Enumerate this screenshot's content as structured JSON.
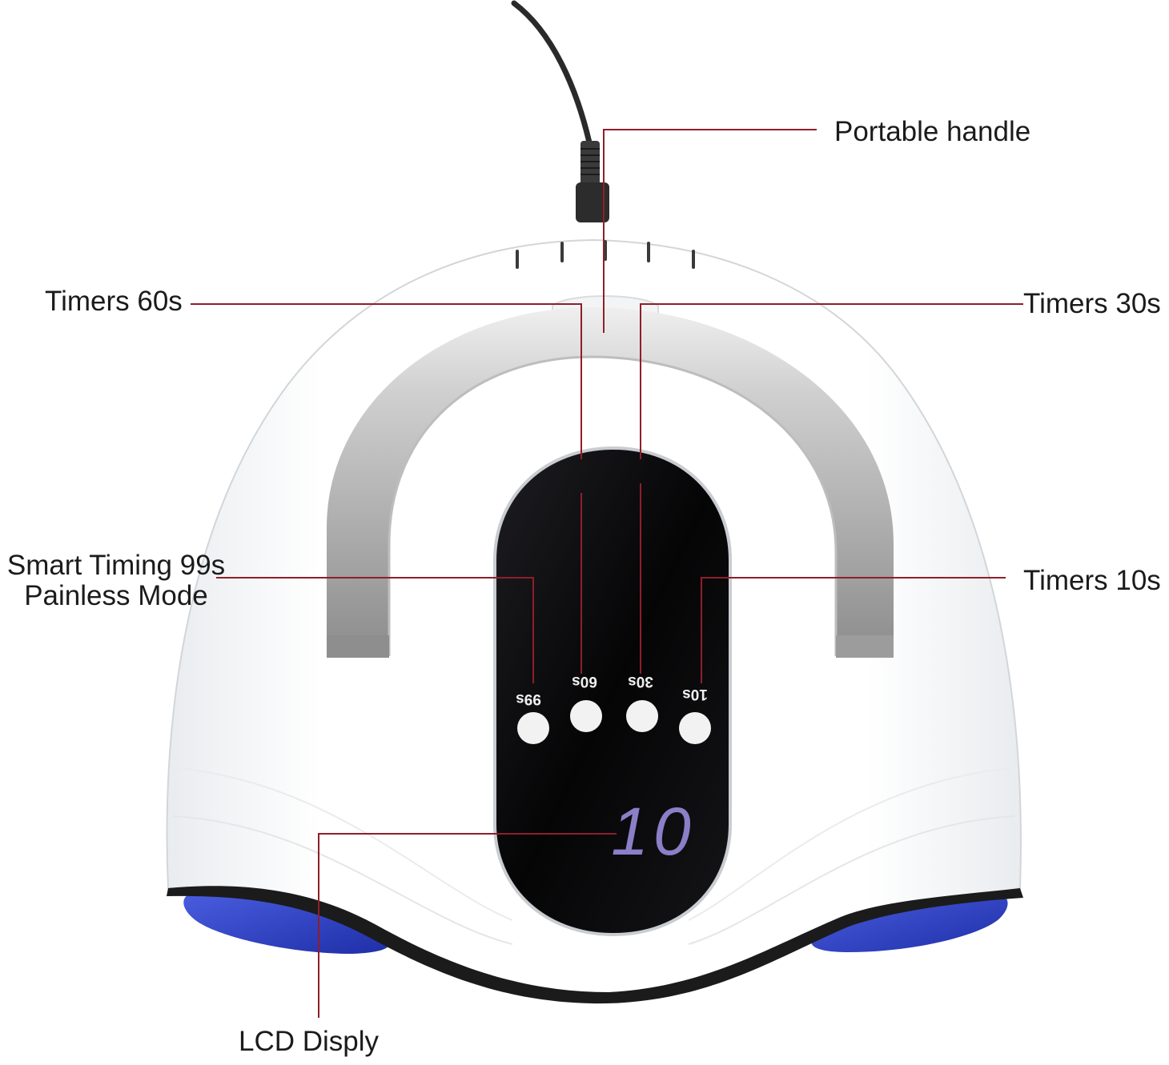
{
  "callouts": {
    "portable_handle": "Portable handle",
    "timers_60": "Timers 60s",
    "timers_30": "Timers 30s",
    "smart_timing_line1": "Smart Timing 99s",
    "smart_timing_line2": "Painless Mode",
    "timers_10": "Timers 10s",
    "lcd": "LCD Disply"
  },
  "device": {
    "buttons": [
      {
        "label": "99s"
      },
      {
        "label": "60s"
      },
      {
        "label": "30s"
      },
      {
        "label": "10s"
      }
    ],
    "display_value": "10"
  },
  "colors": {
    "leader_line": "#8e1f2a",
    "body": "#ffffff",
    "panel": "#0b0b0d",
    "display_digits": "#8b7fc8",
    "base_pads": "#2b3fc4",
    "handle": "#9a9a9a"
  }
}
